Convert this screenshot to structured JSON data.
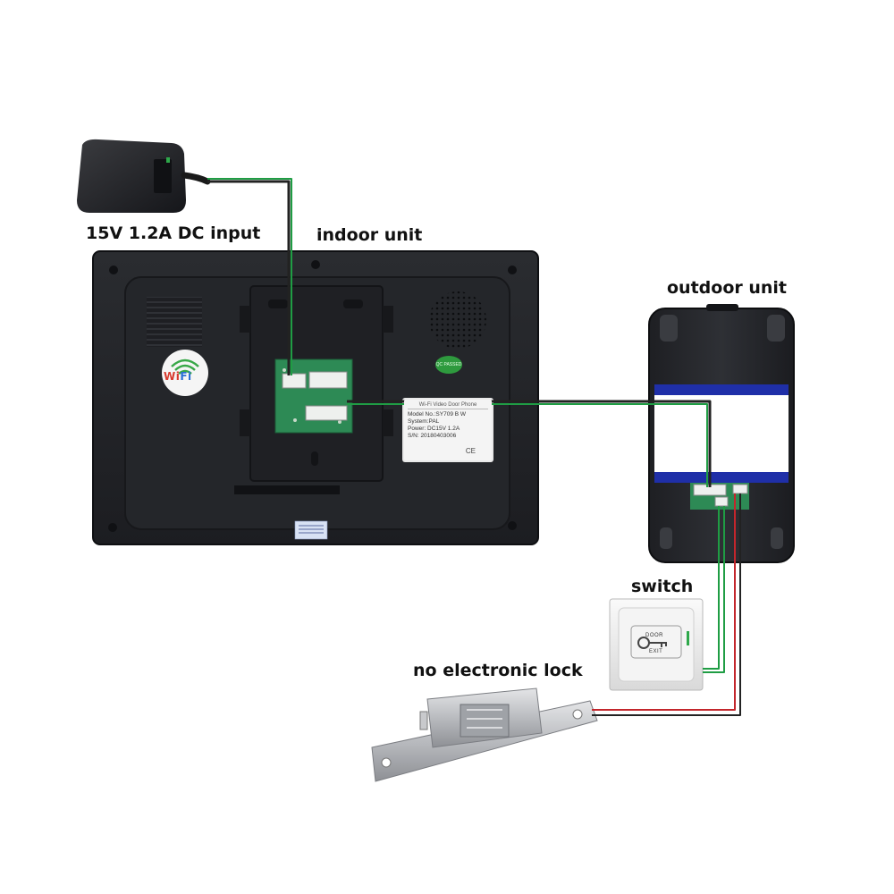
{
  "labels": {
    "power": "15V 1.2A DC input",
    "indoor": "indoor unit",
    "outdoor": "outdoor unit",
    "switch": "switch",
    "lock": "no electronic lock"
  },
  "indoor_unit": {
    "wifi_logo": "WiFi",
    "passed_sticker": "QC PASSED",
    "label_sticker": {
      "title": "Wi-Fi Video Door Phone",
      "lines": [
        "Model No.:SY709  B  W",
        "System:PAL",
        "Power: DC15V  1.2A",
        "S/N: 20180403006"
      ],
      "marks": "CE"
    }
  },
  "exit_button": {
    "top_text": "DOOR",
    "bottom_text": "EXIT"
  },
  "colors": {
    "wire_green": "#1f9d44",
    "wire_red": "#c3262c",
    "wire_black": "#222222",
    "band_blue": "#1f2fa8",
    "unit_body": "#2b2d31"
  }
}
